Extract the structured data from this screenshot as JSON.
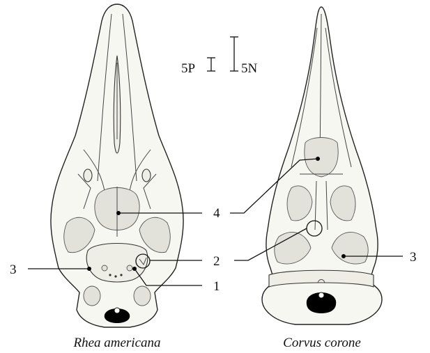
{
  "figure": {
    "labels": {
      "num_1": "1",
      "num_2_a": "2",
      "num_3_left": "3",
      "num_3_right": "3",
      "num_4": "4"
    },
    "scale_bars": {
      "short_label": "5P",
      "long_label": "5N"
    },
    "captions": {
      "left": "Rhea americana",
      "right": "Corvus corone"
    }
  }
}
